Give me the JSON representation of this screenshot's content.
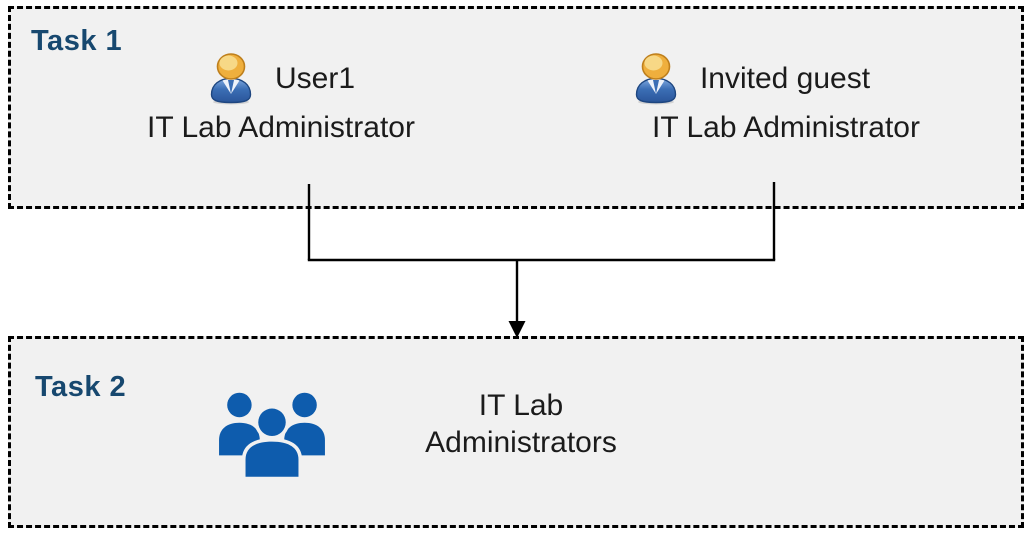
{
  "colors": {
    "box_background": "#F1F1F1",
    "box_border": "#000000",
    "task_label_blue": "#17486F",
    "group_icon_blue": "#0E5CAD",
    "body_text": "#1B1B1B",
    "person_head_gold": "#EFAF3D",
    "person_body_blue": "#3B6EB5"
  },
  "task1": {
    "label": "Task 1",
    "entities": [
      {
        "icon": "person-icon",
        "name": "User1",
        "role": "IT Lab Administrator"
      },
      {
        "icon": "person-icon",
        "name": "Invited guest",
        "role": "IT Lab Administrator"
      }
    ]
  },
  "task2": {
    "label": "Task 2",
    "group": {
      "icon": "people-group-icon",
      "name": "IT Lab Administrators"
    }
  },
  "connector": {
    "type": "merge-arrow",
    "from": [
      "User1",
      "Invited guest"
    ],
    "to": "IT Lab Administrators"
  }
}
